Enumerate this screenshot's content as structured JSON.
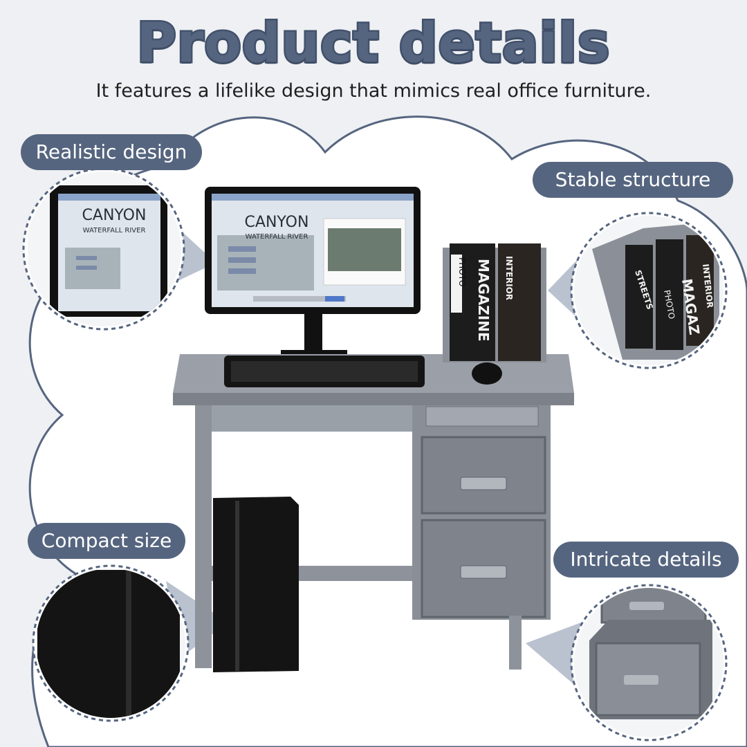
{
  "header": {
    "title": "Product details",
    "subtitle": "It features a lifelike design that mimics real office furniture."
  },
  "features": {
    "realistic": "Realistic design",
    "stable": "Stable structure",
    "compact": "Compact size",
    "intricate": "Intricate details"
  },
  "monitor": {
    "brand": "CANYON",
    "tagline": "WATERFALL RIVER"
  },
  "books": {
    "photo": "PHOTO",
    "magazine": "MAGAZINE",
    "interior": "INTERIOR",
    "streets": "STREETS",
    "magazine_cut": "MAGAZ"
  },
  "colors": {
    "accent": "#56657f",
    "desk": "#8e939b",
    "background": "#eef0f3"
  }
}
